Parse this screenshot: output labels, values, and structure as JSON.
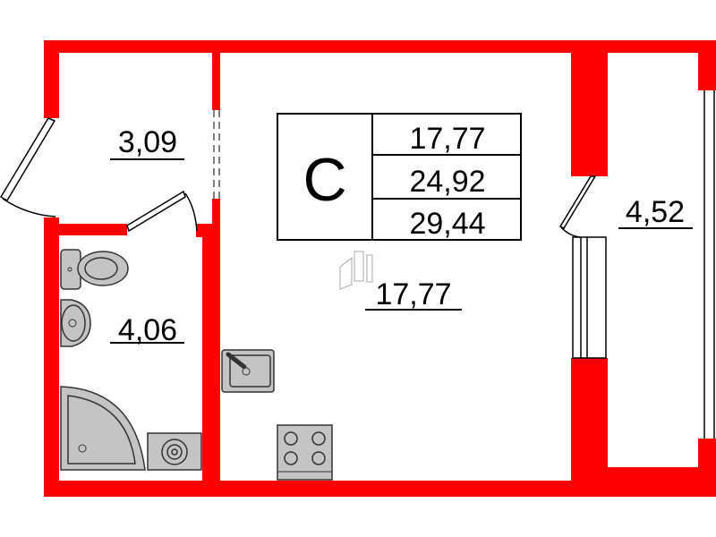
{
  "plan": {
    "type_label": "C",
    "summary_areas": [
      "17,77",
      "24,92",
      "29,44"
    ],
    "rooms": {
      "hall": "3,09",
      "bathroom": "4,06",
      "living": "17,77",
      "balcony": "4,52"
    }
  },
  "colors": {
    "wall": "#ff0000",
    "fixture": "#c4c4c4"
  }
}
